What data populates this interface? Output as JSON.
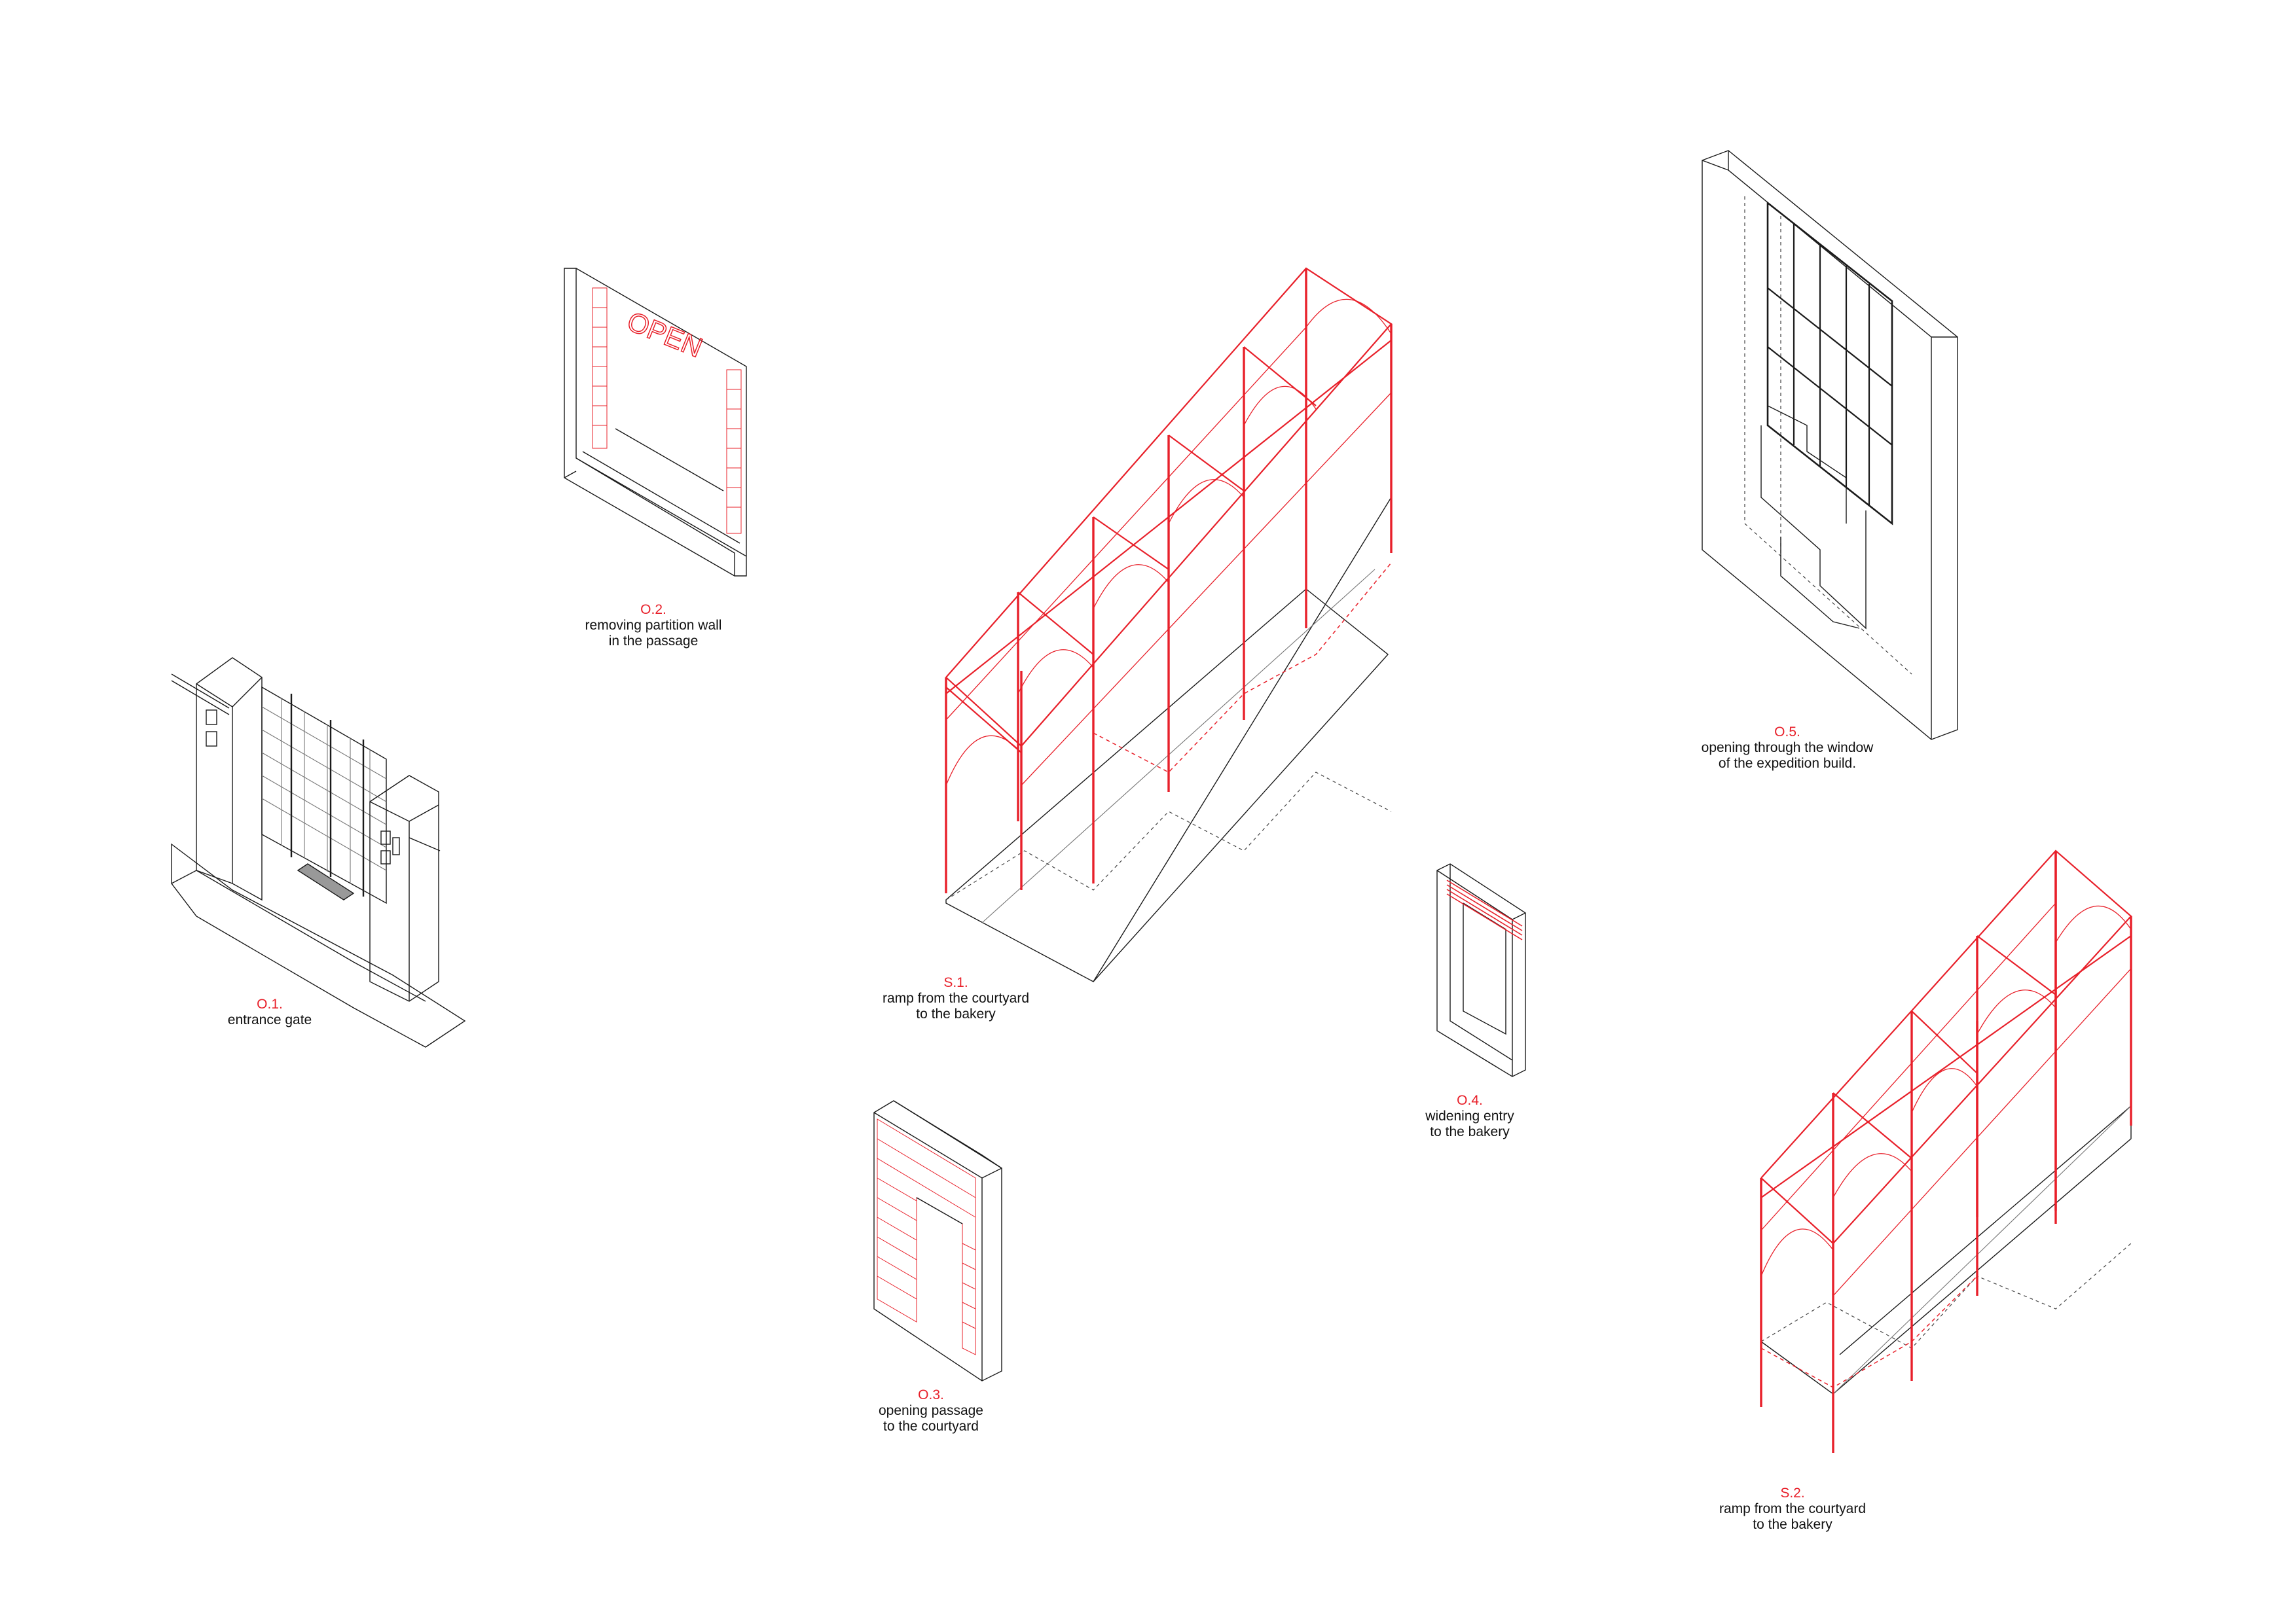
{
  "items": [
    {
      "id": "o1",
      "code": "O.1.",
      "lines": [
        "entrance gate"
      ]
    },
    {
      "id": "o2",
      "code": "O.2.",
      "lines": [
        "removing partition wall",
        "in the passage"
      ],
      "sign": "OPEN"
    },
    {
      "id": "s1",
      "code": "S.1.",
      "lines": [
        "ramp from the courtyard",
        "to the bakery"
      ]
    },
    {
      "id": "o3",
      "code": "O.3.",
      "lines": [
        "opening passage",
        "to the courtyard"
      ]
    },
    {
      "id": "o4",
      "code": "O.4.",
      "lines": [
        "widening entry",
        "to the bakery"
      ]
    },
    {
      "id": "o5",
      "code": "O.5.",
      "lines": [
        "opening through the window",
        "of the expedition build."
      ]
    },
    {
      "id": "s2",
      "code": "S.2.",
      "lines": [
        "ramp from the courtyard",
        "to the bakery"
      ]
    }
  ],
  "colors": {
    "accent": "#e8202a",
    "line": "#1a1a1a"
  }
}
